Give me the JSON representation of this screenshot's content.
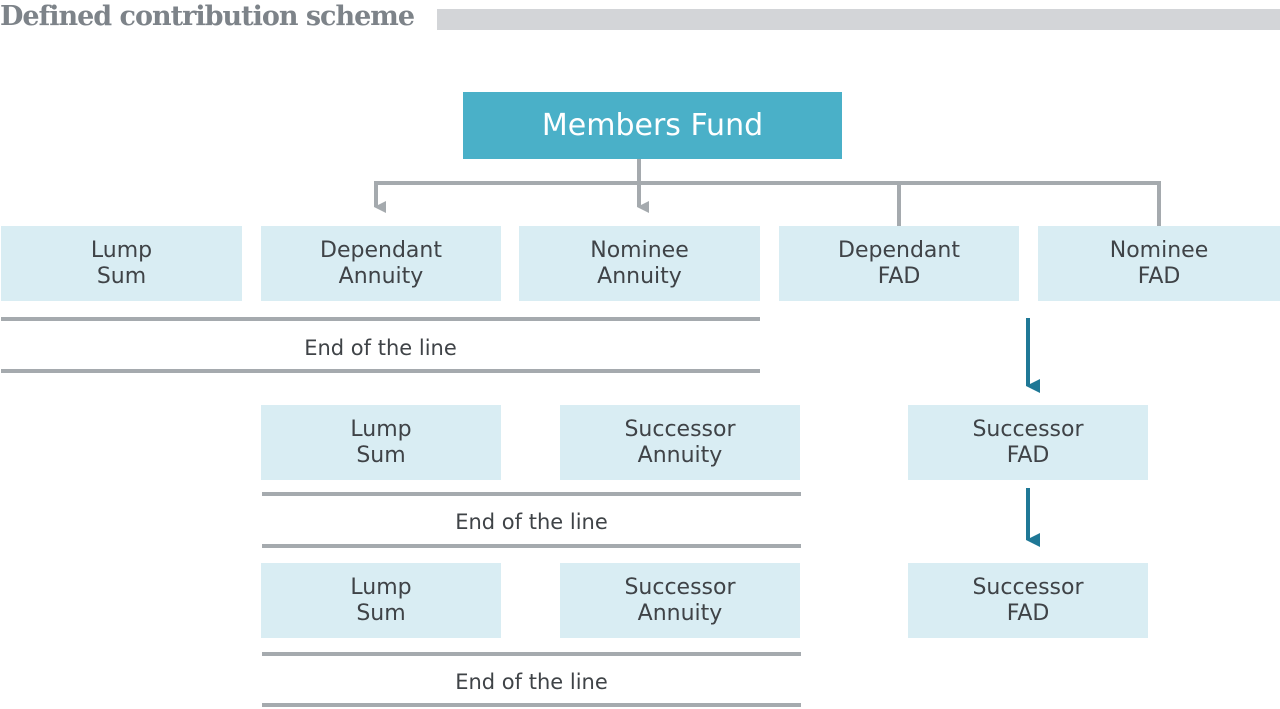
{
  "header": {
    "title": "Defined contribution scheme"
  },
  "root": {
    "label": "Members Fund"
  },
  "level1": [
    {
      "line1": "Lump",
      "line2": "Sum"
    },
    {
      "line1": "Dependant",
      "line2": "Annuity"
    },
    {
      "line1": "Nominee",
      "line2": "Annuity"
    },
    {
      "line1": "Dependant",
      "line2": "FAD"
    },
    {
      "line1": "Nominee",
      "line2": "FAD"
    }
  ],
  "end_of_line": [
    "End of the line",
    "End of the line",
    "End of the line"
  ],
  "level2": [
    {
      "line1": "Lump",
      "line2": "Sum"
    },
    {
      "line1": "Successor",
      "line2": "Annuity"
    },
    {
      "line1": "Successor",
      "line2": "FAD"
    }
  ],
  "level3": [
    {
      "line1": "Lump",
      "line2": "Sum"
    },
    {
      "line1": "Successor",
      "line2": "Annuity"
    },
    {
      "line1": "Successor",
      "line2": "FAD"
    }
  ],
  "colors": {
    "root_fill": "#4ab0c8",
    "box_fill": "#d9edf3",
    "connector_gray": "#a5aaae",
    "arrow_teal": "#1f7896"
  }
}
